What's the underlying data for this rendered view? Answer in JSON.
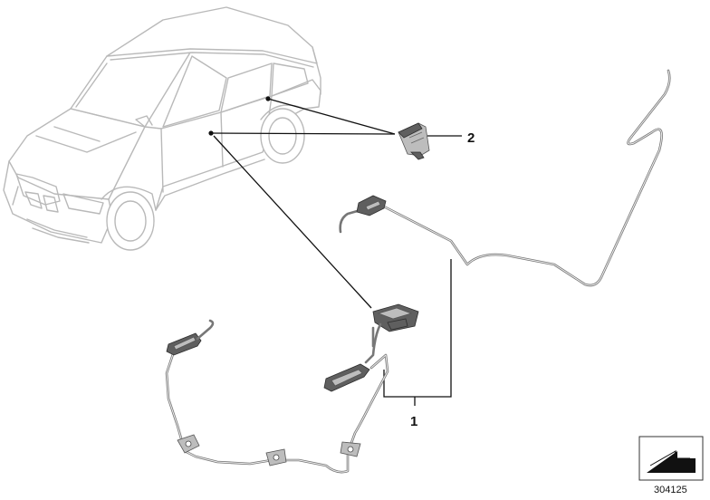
{
  "diagram": {
    "callouts": [
      {
        "id": "1",
        "label": "1"
      },
      {
        "id": "2",
        "label": "2"
      }
    ],
    "reference_number": "304125",
    "colors": {
      "vehicle_outline": "#b9b9b9",
      "part": "#5f5f5f",
      "leader": "#111111"
    },
    "icons": {
      "corner_badge": "arrow-corner-icon"
    }
  }
}
